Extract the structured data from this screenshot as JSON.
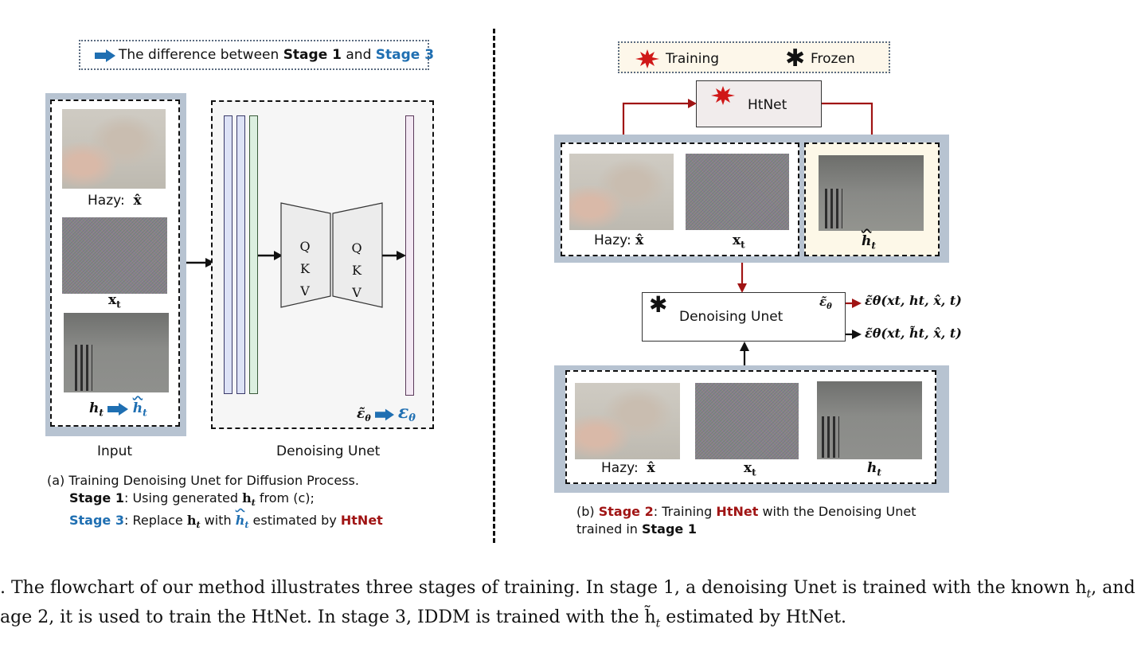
{
  "legend_left": {
    "text_prefix": "The difference between ",
    "stage1": "Stage 1",
    "and": " and ",
    "stage3": "Stage 3"
  },
  "legend_right": {
    "training": "Training",
    "frozen": "Frozen"
  },
  "left_panel": {
    "hazy_label": "Hazy:",
    "hazy_symbol": "x̂",
    "xt_label": "x",
    "xt_sub": "t",
    "ht_label": "h",
    "ht_sub": "t",
    "ht_tilde_label": "h",
    "ht_tilde_sub": "t",
    "qkv_1_top": "Q K",
    "qkv_1_bottom": "V",
    "qkv_2_top": "Q K",
    "qkv_2_bottom": "V",
    "eps_tilde": "ε̃",
    "eps_tilde_sub": "θ",
    "eps": "ε",
    "eps_sub": "θ",
    "input_label": "Input",
    "unet_label": "Denoising Unet",
    "caption_line1": "(a) Training Denoising Unet for Diffusion Process.",
    "caption_s1_bold": "Stage 1",
    "caption_s1_rest_a": ": Using generated ",
    "caption_s1_h": "h",
    "caption_s1_sub": "t",
    "caption_s1_rest_b": " from (c);",
    "caption_s3_bold": "Stage 3",
    "caption_s3_rest_a": ": Replace ",
    "caption_s3_h": "h",
    "caption_s3_sub": "t",
    "caption_s3_rest_b": " with ",
    "caption_s3_h2": "h",
    "caption_s3_sub2": "t",
    "caption_s3_rest_c": "  estimated by ",
    "caption_s3_htnet": "HtNet"
  },
  "right_panel": {
    "htnet_label": "HtNet",
    "hazy_label": "Hazy:",
    "hazy_symbol": "x̂",
    "xt_label": "x",
    "xt_sub": "t",
    "ht_tilde_label": "h",
    "ht_tilde_sub": "t",
    "unet_label": "Denoising Unet",
    "unet_eps": "ε̃",
    "unet_eps_sub": "θ",
    "out1": "ε̃θ(xt, ht, x̂, t)",
    "out2": "ε̃θ(xt, h̃t, x̂, t)",
    "hazy2_label": "Hazy:",
    "hazy2_symbol": "x̂",
    "xt2_label": "x",
    "xt2_sub": "t",
    "ht2_label": "h",
    "ht2_sub": "t",
    "caption_prefix": "(b)  ",
    "caption_stage2": "Stage 2",
    "caption_mid": ": Training ",
    "caption_htnet": "HtNet",
    "caption_rest": " with the Denoising Unet",
    "caption_line2a": "trained in ",
    "caption_line2b": "Stage 1"
  },
  "figure_caption": {
    "line1": ". The flowchart of our method illustrates three stages of training.  In stage 1, a denoising Unet is trained with the known h",
    "line1_sub": "t",
    "line1_end": ", and",
    "line2a": "age 2, it is used to train the HtNet.  In stage 3, IDDM is trained with the h̃",
    "line2_sub": "t",
    "line2b": " estimated by HtNet."
  },
  "colors": {
    "blue": "#1f6fb2",
    "red": "#a01414",
    "panel_bg": "#b7c3d1"
  }
}
